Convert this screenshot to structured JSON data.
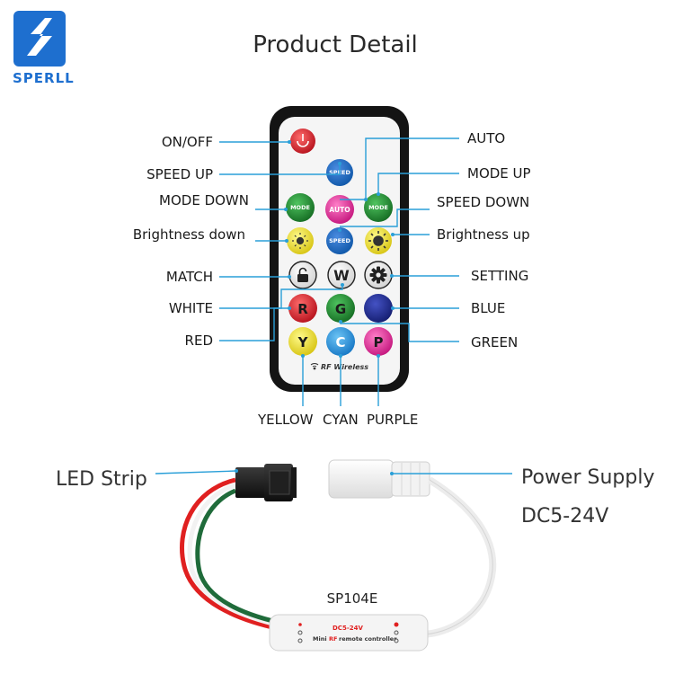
{
  "brand": {
    "name": "SPERLL",
    "accent": "#1e6fcf"
  },
  "title": "Product Detail",
  "remote": {
    "labels_left": {
      "on_off": "ON/OFF",
      "speed_up": "SPEED UP",
      "mode_down": "MODE DOWN",
      "brightness_down": "Brightness down",
      "match": "MATCH",
      "white": "WHITE",
      "red": "RED"
    },
    "labels_right": {
      "auto": "AUTO",
      "mode_up": "MODE UP",
      "speed_down": "SPEED DOWN",
      "brightness_up": "Brightness up",
      "setting": "SETTING",
      "blue": "BLUE",
      "green": "GREEN"
    },
    "labels_bottom": {
      "yellow": "YELLOW",
      "cyan": "CYAN",
      "purple": "PURPLE"
    },
    "buttons": {
      "speed_up": "SPEED",
      "mode_down": "MODE",
      "auto": "AUTO",
      "mode_up": "MODE",
      "speed_down": "SPEED",
      "white_btn": "W",
      "red_btn": "R",
      "green_btn": "G",
      "yellow_btn": "Y",
      "cyan_btn": "C",
      "purple_btn": "P"
    },
    "footer": "RF Wireless"
  },
  "controller": {
    "led_strip": "LED Strip",
    "power_supply": "Power Supply",
    "voltage": "DC5-24V",
    "model": "SP104E",
    "body_voltage": "DC5-24V",
    "body_subtitle_a": "Mini",
    "body_subtitle_b": "RF",
    "body_subtitle_c": "remote controller"
  },
  "colors": {
    "line": "#2a9fd8",
    "red_btn": "#d11f2b",
    "green_btn": "#1f8a2e",
    "blue_btn": "#1c2a8c",
    "yellow_btn": "#f1e12a",
    "cyan_btn": "#1f8fd6",
    "purple_btn": "#e0339c",
    "wire_red": "#e02020",
    "wire_green": "#1f6b3a"
  }
}
